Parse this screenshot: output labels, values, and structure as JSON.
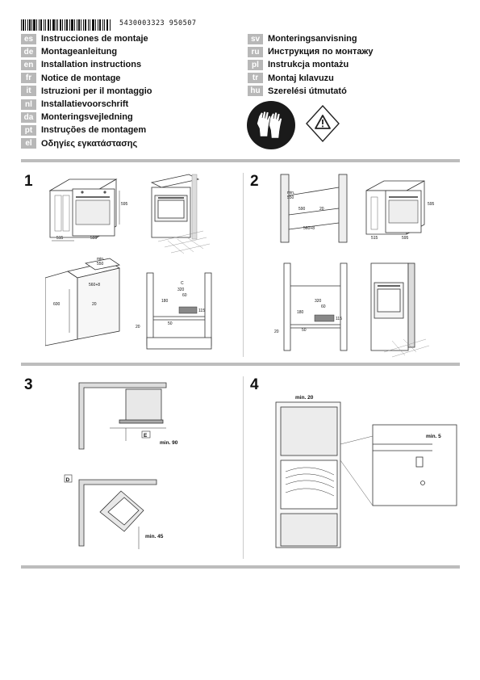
{
  "header": {
    "barcode_number": "5430003323   950507"
  },
  "languages_left": [
    {
      "code": "es",
      "title": "Instrucciones de montaje"
    },
    {
      "code": "de",
      "title": "Montageanleitung"
    },
    {
      "code": "en",
      "title": "Installation instructions"
    },
    {
      "code": "fr",
      "title": "Notice de montage"
    },
    {
      "code": "it",
      "title": "Istruzioni per il montaggio"
    },
    {
      "code": "nl",
      "title": "Installatievoorschrift"
    },
    {
      "code": "da",
      "title": "Monteringsvejledning"
    },
    {
      "code": "pt",
      "title": "Instruções de montagem"
    },
    {
      "code": "el",
      "title": "Οδηγίες εγκατάστασης"
    }
  ],
  "languages_right": [
    {
      "code": "sv",
      "title": "Monteringsanvisning"
    },
    {
      "code": "ru",
      "title": "Инструкция по монтажу"
    },
    {
      "code": "pl",
      "title": "Instrukcja montażu"
    },
    {
      "code": "tr",
      "title": "Montaj kılavuzu"
    },
    {
      "code": "hu",
      "title": "Szerelési útmutató"
    }
  ],
  "sections": {
    "s1": {
      "number": "1",
      "dims_a": {
        "h": "595",
        "d": "515",
        "w": "595"
      },
      "dims_b": {
        "min": "min.",
        "min_val": "550",
        "w": "560+8",
        "h": "600",
        "gap": "20"
      },
      "dims_c": {
        "c": "C",
        "a": "320",
        "b": "60",
        "c2": "180",
        "d": "50",
        "e": "115",
        "f": "20"
      }
    },
    "s2": {
      "number": "2",
      "dims_a": {
        "min": "min.",
        "min_val": "550",
        "h": "590",
        "g": "20",
        "w": "560+8"
      },
      "dims_b": {
        "h": "595",
        "d": "515",
        "w": "595"
      },
      "dims_c": {
        "a": "320",
        "b": "60",
        "c": "180",
        "d": "50",
        "e": "115",
        "f": "20"
      }
    },
    "s3": {
      "number": "3",
      "e": "E",
      "min90": "min. 90",
      "d": "D",
      "min45": "min. 45"
    },
    "s4": {
      "number": "4",
      "min20": "min. 20",
      "min5": "min. 5"
    }
  }
}
